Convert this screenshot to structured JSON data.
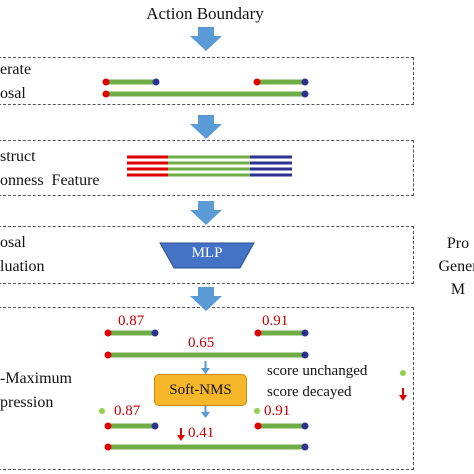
{
  "title": "Action Boundary",
  "stages": [
    {
      "label": "erate\nosal"
    },
    {
      "label": "struct\nonness  Feature"
    },
    {
      "label": "osal\nluation"
    },
    {
      "label": "-Maximum\npression"
    }
  ],
  "mlp_label": "MLP",
  "side_label": "Pro\nGener\nM",
  "scores": {
    "top_left": "0.87",
    "top_right": "0.91",
    "top_middle": "0.65",
    "bottom_left": "0.87",
    "bottom_right": "0.91",
    "bottom_middle": "0.41"
  },
  "nms_label": "Soft-NMS",
  "legend": {
    "unchanged": "score unchanged",
    "decayed": "score decayed"
  },
  "colors": {
    "arrow": "#5b9bd5",
    "segment": "#70ad47",
    "start": "#e00000",
    "end": "#2e3192",
    "score": "#c00000",
    "nms_fill": "#f5b62a"
  }
}
